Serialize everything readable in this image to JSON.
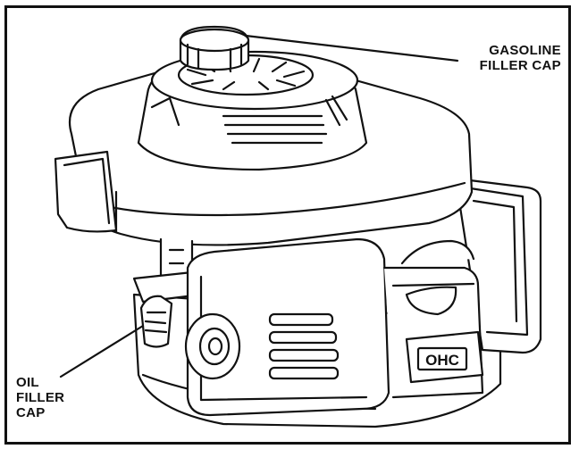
{
  "labels": {
    "gasoline_filler_cap": [
      "GASOLINE",
      "FILLER CAP"
    ],
    "oil_filler_cap": [
      "OIL",
      "FILLER",
      "CAP"
    ]
  },
  "badge": {
    "text": "OHC"
  }
}
